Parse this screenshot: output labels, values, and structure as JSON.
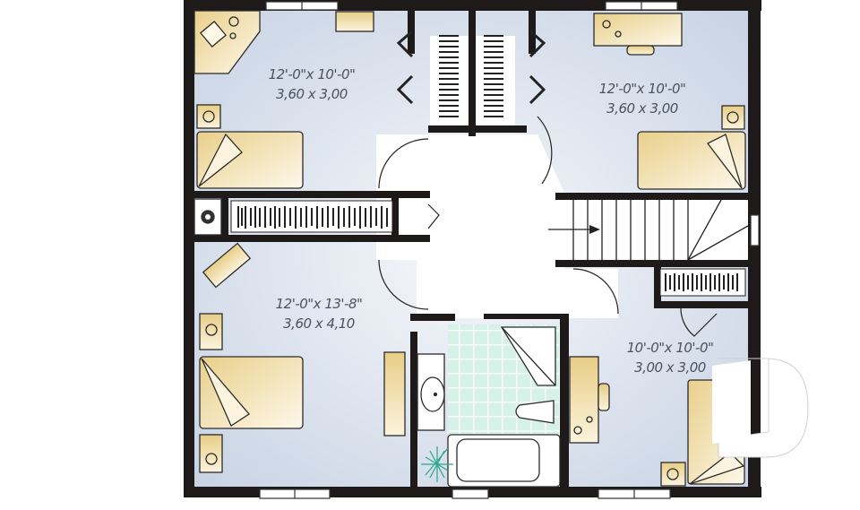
{
  "plan": {
    "type": "floor-plan",
    "level": "upper floor",
    "colors": {
      "wall": "#1e1a1a",
      "room_fill_light": "#f4f6fa",
      "room_fill_blue": "#c9d4e4",
      "furniture_fill": "#f0dca6",
      "furniture_fill_light": "#fbf4e2",
      "bath_tile": "#cfeee5",
      "plant": "#2aa78c",
      "line": "#222222"
    },
    "rooms": [
      {
        "id": "bedroom-1",
        "position": "top-left",
        "imperial": "12'-0\"x 10'-0\"",
        "metric": "3,60 x 3,00"
      },
      {
        "id": "bedroom-2",
        "position": "top-right",
        "imperial": "12'-0\"x 10'-0\"",
        "metric": "3,60 x 3,00"
      },
      {
        "id": "bedroom-3",
        "position": "bottom-left",
        "imperial": "12'-0\"x 13'-8\"",
        "metric": "3,60 x 4,10"
      },
      {
        "id": "bedroom-4",
        "position": "bottom-right",
        "imperial": "10'-0\"x 10'-0\"",
        "metric": "3,00 x 3,00"
      }
    ],
    "other_spaces": [
      "hallway",
      "bathroom",
      "staircase",
      "closets",
      "linen closet",
      "laundry chute"
    ],
    "stair_direction_icon": "arrow-right-icon"
  }
}
